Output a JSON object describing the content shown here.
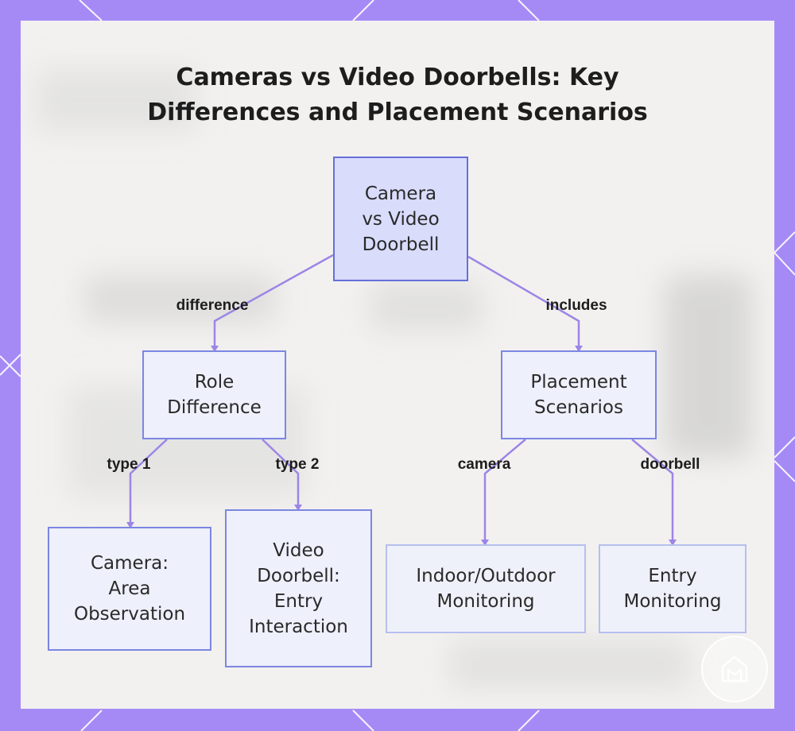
{
  "page": {
    "title_line1": "Cameras vs Video Doorbells: Key",
    "title_line2": "Differences and Placement Scenarios"
  },
  "nodes": {
    "root": "Camera\nvs Video\nDoorbell",
    "role_difference": "Role\nDifference",
    "placement_scenarios": "Placement\nScenarios",
    "camera_area": "Camera:\nArea\nObservation",
    "doorbell_entry": "Video\nDoorbell:\nEntry\nInteraction",
    "indoor_outdoor": "Indoor/Outdoor\nMonitoring",
    "entry_monitoring": "Entry\nMonitoring"
  },
  "edges": {
    "difference": "difference",
    "includes": "includes",
    "type1": "type 1",
    "type2": "type 2",
    "camera": "camera",
    "doorbell": "doorbell"
  },
  "colors": {
    "frame": "#a58af6",
    "edge": "#9d85e6",
    "node_border": "#7b86e3",
    "root_fill": "#d9dcfb"
  },
  "icons": {
    "logo": "house-logo-icon"
  }
}
